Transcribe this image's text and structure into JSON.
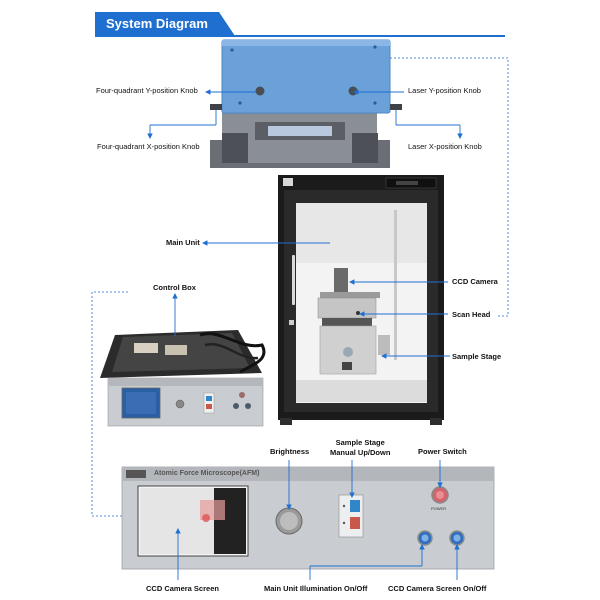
{
  "title": "System Diagram",
  "labels": {
    "four_quadrant_y": "Four-quadrant Y-position Knob",
    "laser_y": "Laser Y-position Knob",
    "four_quadrant_x": "Four-quadrant X-position Knob",
    "laser_x": "Laser X-position Knob",
    "main_unit": "Main Unit",
    "ccd_camera": "CCD Camera",
    "control_box": "Control Box",
    "scan_head": "Scan Head",
    "sample_stage": "Sample Stage",
    "brightness": "Brightness",
    "sample_stage_manual": "Sample Stage\nManual Up/Down",
    "power_switch": "Power Switch",
    "ccd_camera_screen": "CCD Camera Screen",
    "main_unit_illumination": "Main Unit Illumination On/Off",
    "ccd_camera_screen_onoff": "CCD Camera Screen On/Off"
  },
  "panel": {
    "title": "Atomic Force Microscope(AFM)",
    "power_text": "POWER"
  },
  "colors": {
    "accent": "#1f6fd1",
    "head_blue": "#6aa1d9",
    "cabinet": "#1b1b1b",
    "panel_silver": "#c9ccd0"
  }
}
